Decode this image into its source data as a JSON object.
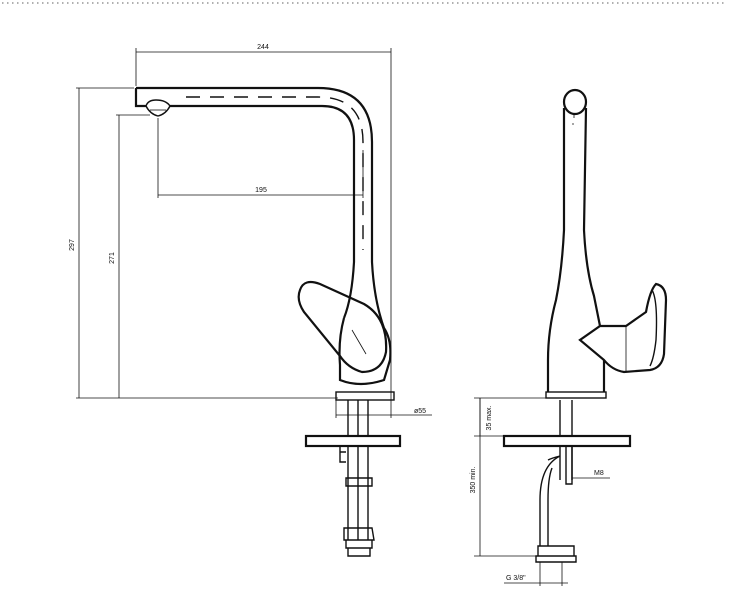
{
  "dimensions": {
    "total_reach": "244",
    "spout_reach": "195",
    "total_height": "297",
    "spout_height": "271",
    "base_diameter": "ø55",
    "mount_thickness": "35 max.",
    "shank_length": "350 min.",
    "stud_thread": "M8",
    "supply_thread": "G 3/8\""
  },
  "colors": {
    "line": "#111111",
    "background": "#ffffff",
    "border_dots": "#b0b0b0"
  }
}
